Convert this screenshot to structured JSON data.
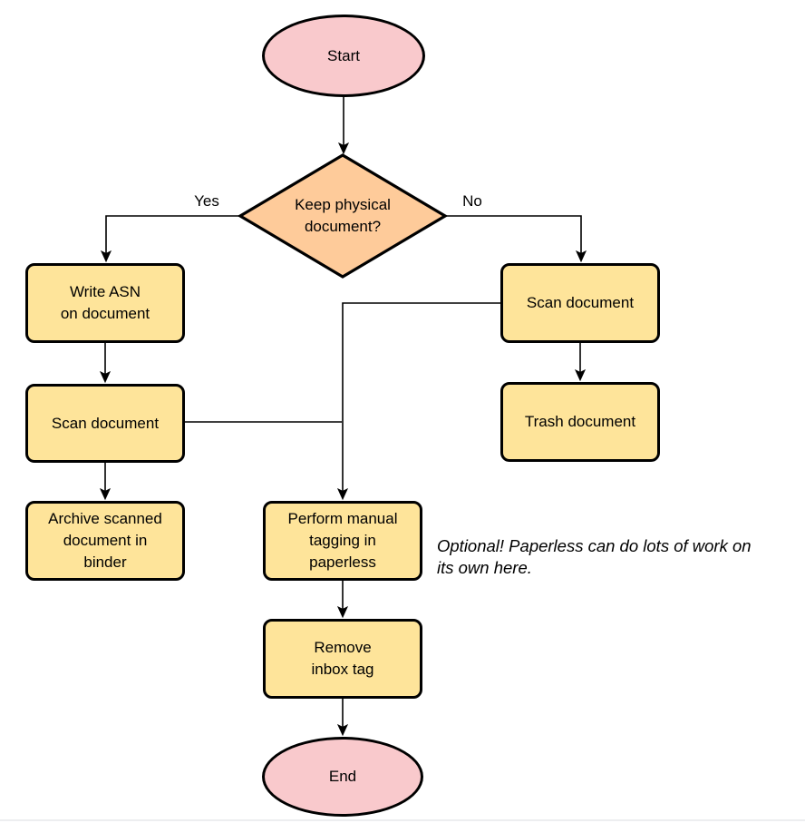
{
  "flowchart": {
    "nodes": {
      "start": {
        "label": "Start",
        "shape": "terminator"
      },
      "decision": {
        "label": "Keep physical\ndocument?",
        "shape": "decision"
      },
      "write_asn": {
        "label": "Write ASN\non document",
        "shape": "process"
      },
      "scan_left": {
        "label": "Scan document",
        "shape": "process"
      },
      "archive": {
        "label": "Archive scanned\ndocument in\nbinder",
        "shape": "process"
      },
      "scan_right": {
        "label": "Scan document",
        "shape": "process"
      },
      "trash": {
        "label": "Trash document",
        "shape": "process"
      },
      "tagging": {
        "label": "Perform manual\ntagging in\npaperless",
        "shape": "process"
      },
      "remove_inbox": {
        "label": "Remove\ninbox tag",
        "shape": "process"
      },
      "end": {
        "label": "End",
        "shape": "terminator"
      }
    },
    "edge_labels": {
      "yes": "Yes",
      "no": "No"
    },
    "edges": [
      {
        "from": "start",
        "to": "decision",
        "label": ""
      },
      {
        "from": "decision",
        "to": "write_asn",
        "label": "Yes"
      },
      {
        "from": "decision",
        "to": "scan_right",
        "label": "No"
      },
      {
        "from": "write_asn",
        "to": "scan_left",
        "label": ""
      },
      {
        "from": "scan_left",
        "to": "archive",
        "label": ""
      },
      {
        "from": "scan_left",
        "to": "tagging",
        "label": ""
      },
      {
        "from": "scan_right",
        "to": "trash",
        "label": ""
      },
      {
        "from": "scan_right",
        "to": "tagging",
        "label": ""
      },
      {
        "from": "tagging",
        "to": "remove_inbox",
        "label": ""
      },
      {
        "from": "remove_inbox",
        "to": "end",
        "label": ""
      }
    ],
    "annotation": "Optional! Paperless can do lots of work on\nits own here.",
    "colors": {
      "terminator_fill": "#F9C9CC",
      "decision_fill": "#FECB9A",
      "process_fill": "#FEE49A",
      "stroke": "#000000",
      "connector": "#000000"
    }
  }
}
